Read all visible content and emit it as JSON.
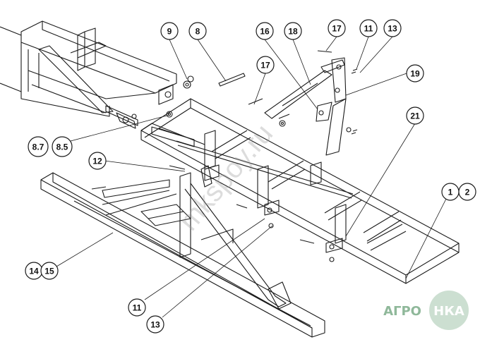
{
  "diagram": {
    "labels": {
      "c9": "9",
      "c8": "8",
      "c16": "16",
      "c18": "18",
      "c17a": "17",
      "c11a": "11",
      "c13a": "13",
      "c17b": "17",
      "c19": "19",
      "c21": "21",
      "c1": "1",
      "c2": "2",
      "c87": "8.7",
      "c85": "8.5",
      "c12": "12",
      "c14": "14",
      "c15": "15",
      "c11b": "11",
      "c13b": "13"
    },
    "watermark": "mkspoy.ru",
    "logo": {
      "left": "АГРО",
      "right": "НКА"
    },
    "colors": {
      "line": "#1a1a1a",
      "logo": "#8fb89a",
      "watermark": "#9a9a9a"
    }
  }
}
